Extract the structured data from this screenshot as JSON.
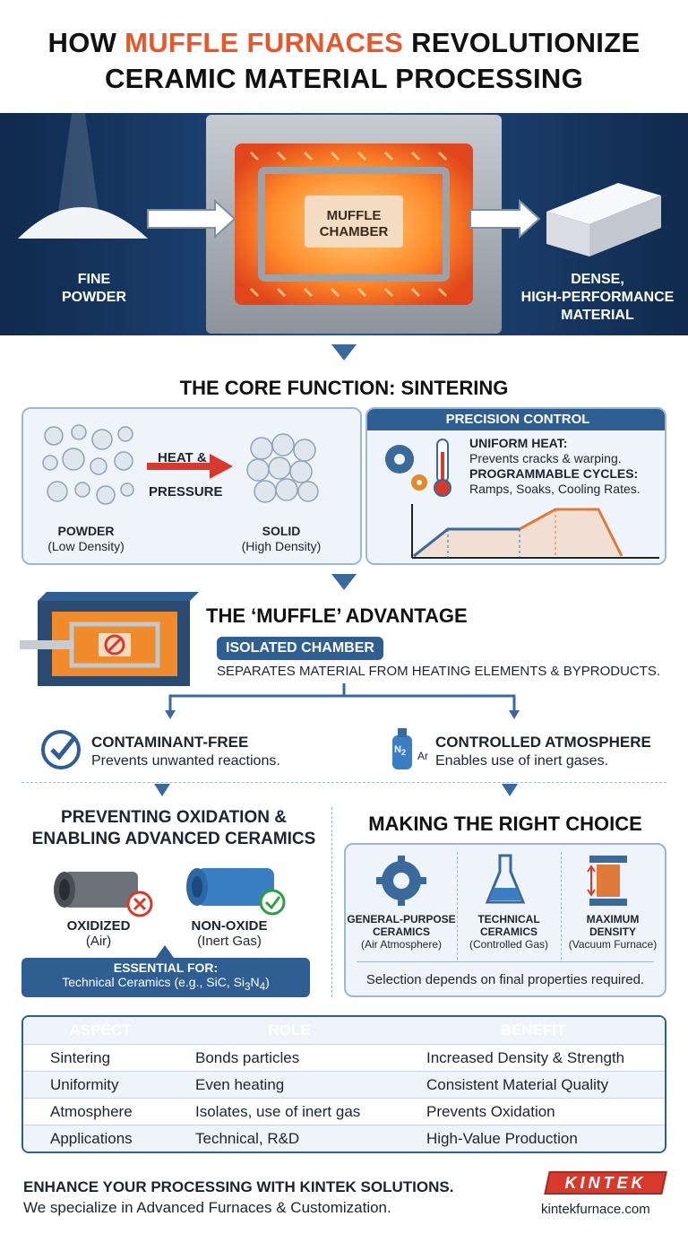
{
  "title": {
    "line1_pre": "HOW ",
    "line1_accent": "MUFFLE FURNACES",
    "line1_post": " REVOLUTIONIZE",
    "line2": "CERAMIC MATERIAL PROCESSING"
  },
  "hero": {
    "input_label_1": "FINE",
    "input_label_2": "POWDER",
    "chamber_label_1": "MUFFLE",
    "chamber_label_2": "CHAMBER",
    "output_label_1": "DENSE,",
    "output_label_2": "HIGH-PERFORMANCE",
    "output_label_3": "MATERIAL"
  },
  "core": {
    "title": "THE CORE FUNCTION: SINTERING",
    "process": "HEAT &",
    "process2": "PRESSURE",
    "powder_label": "POWDER",
    "powder_sub": "(Low Density)",
    "solid_label": "SOLID",
    "solid_sub": "(High Density)"
  },
  "precision": {
    "header": "PRECISION CONTROL",
    "item1_title": "UNIFORM HEAT:",
    "item1_text": "Prevents cracks & warping.",
    "item2_title": "PROGRAMMABLE CYCLES:",
    "item2_text": "Ramps, Soaks, Cooling Rates."
  },
  "muffle": {
    "title": "THE ‘MUFFLE’ ADVANTAGE",
    "pill": "ISOLATED CHAMBER",
    "text": "SEPARATES MATERIAL FROM HEATING ELEMENTS & BYPRODUCTS.",
    "left_title": "CONTAMINANT-FREE",
    "left_text": "Prevents unwanted reactions.",
    "right_title": "CONTROLLED ATMOSPHERE",
    "right_text": "Enables use of inert gases.",
    "gas1": "N",
    "gas1_sub": "2",
    "gas2": "Ar"
  },
  "oxidation": {
    "title1": "PREVENTING OXIDATION &",
    "title2": "ENABLING ADVANCED CERAMICS",
    "oxidized": "OXIDIZED",
    "oxidized_sub": "(Air)",
    "nonoxide": "NON-OXIDE",
    "nonoxide_sub": "(Inert Gas)",
    "essential_title": "ESSENTIAL FOR:",
    "essential_text_pre": "Technical Ceramics (e.g., SiC, Si",
    "sub3": "3",
    "n": "N",
    "sub4": "4",
    "close": ")"
  },
  "choice": {
    "title": "MAKING THE RIGHT CHOICE",
    "opt1_a": "GENERAL-PURPOSE",
    "opt1_b": "CERAMICS",
    "opt1_sub": "(Air Atmosphere)",
    "opt2_a": "TECHNICAL",
    "opt2_b": "CERAMICS",
    "opt2_sub": "(Controlled Gas)",
    "opt3_a": "MAXIMUM",
    "opt3_b": "DENSITY",
    "opt3_sub": "(Vacuum Furnace)",
    "note": "Selection depends on final properties required."
  },
  "table": {
    "headers": [
      "ASPECT",
      "ROLE",
      "BENEFIT"
    ],
    "rows": [
      [
        "Sintering",
        "Bonds particles",
        "Increased Density & Strength"
      ],
      [
        "Uniformity",
        "Even heating",
        "Consistent Material Quality"
      ],
      [
        "Atmosphere",
        "Isolates, use of inert gas",
        "Prevents Oxidation"
      ],
      [
        "Applications",
        "Technical, R&D",
        "High-Value Production"
      ]
    ]
  },
  "footer": {
    "headline": "ENHANCE YOUR PROCESSING WITH KINTEK SOLUTIONS.",
    "sub": "We specialize in Advanced Furnaces & Customization.",
    "brand": "KINTEK",
    "url": "kintekfurnace.com"
  },
  "colors": {
    "accent": "#e8562a",
    "navy": "#2f5e93",
    "red": "#d73a2c",
    "green": "#2f9e44"
  }
}
